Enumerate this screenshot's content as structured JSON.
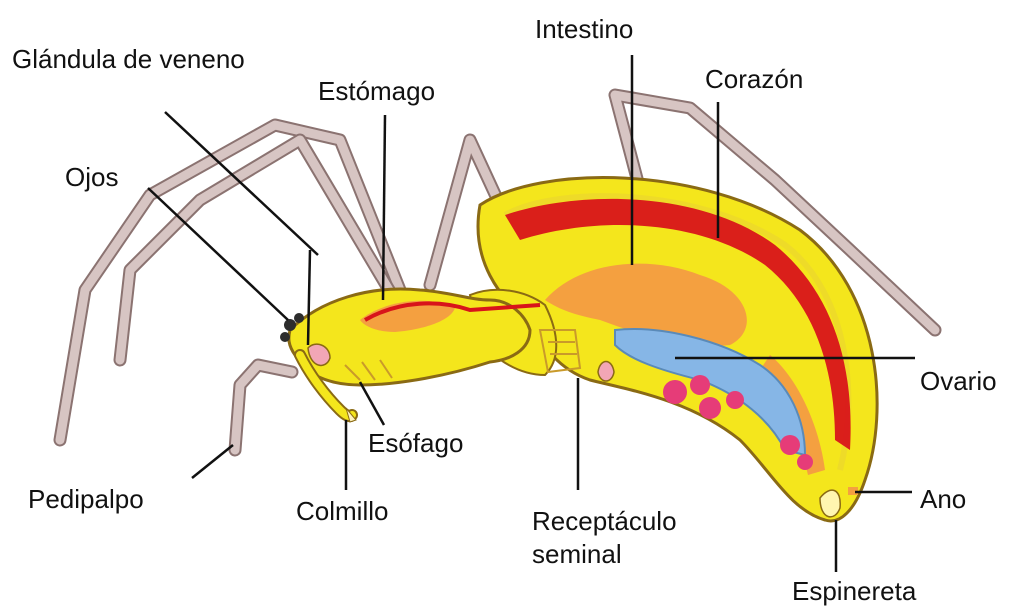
{
  "labels": {
    "glandula": "Glándula de veneno",
    "intestino": "Intestino",
    "estomago": "Estómago",
    "corazon": "Corazón",
    "ojos": "Ojos",
    "ovario": "Ovario",
    "esofago": "Esófago",
    "pedipalpo": "Pedipalpo",
    "colmillo": "Colmillo",
    "receptaculo_line1": "Receptáculo",
    "receptaculo_line2": "seminal",
    "ano": "Ano",
    "espinereta": "Espinereta"
  },
  "colors": {
    "body_fill": "#f4e61c",
    "body_outline": "#8a6a14",
    "leg_fill": "#d7c5c3",
    "leg_outline": "#8b7371",
    "heart_red": "#d8141a",
    "gut_orange": "#f4a040",
    "ovary_blue": "#86b6e6",
    "eggs_pink": "#e63c78",
    "eyes": "#2d2d2d",
    "leader_line": "#111111"
  }
}
